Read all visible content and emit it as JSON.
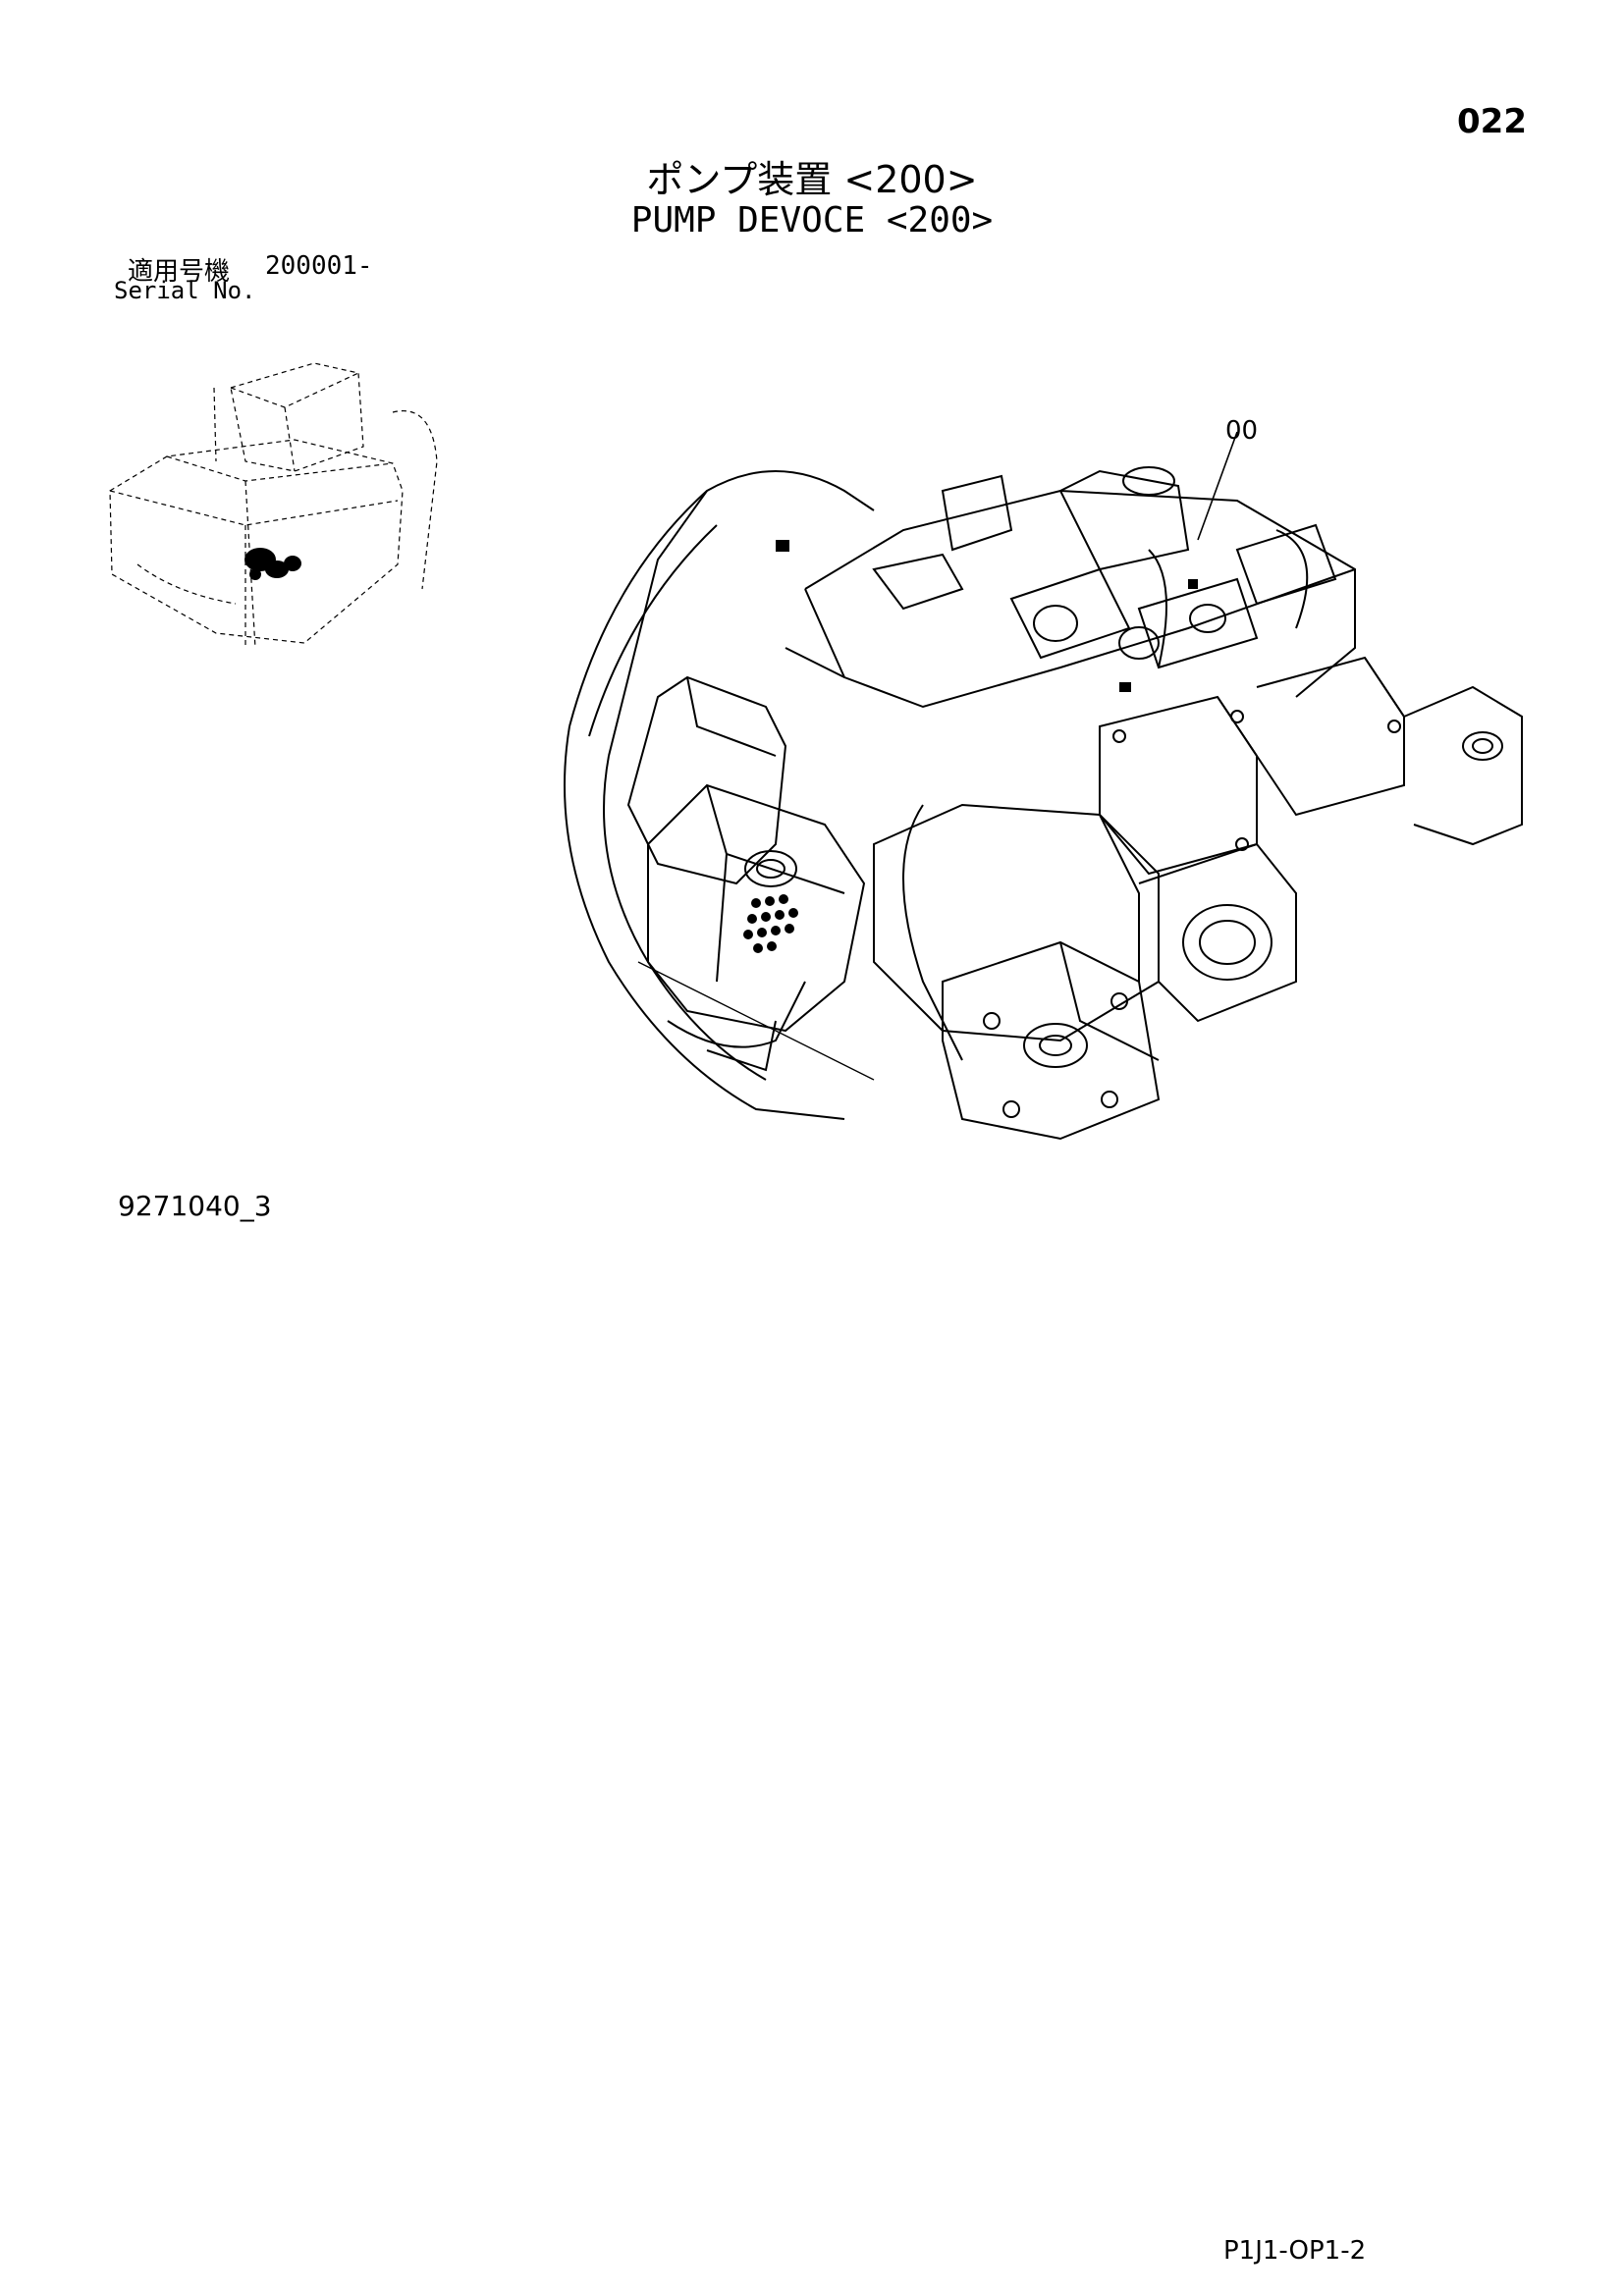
{
  "page": {
    "number": "022",
    "code": "P1J1-OP1-2"
  },
  "title": {
    "ja": "ポンプ装置 <200>",
    "en": "PUMP DEVOCE <200>"
  },
  "serial": {
    "label_ja": "適用号機",
    "number": "200001-",
    "label_en": "Serial No."
  },
  "diagram": {
    "callouts": [
      {
        "label": "00"
      }
    ],
    "figure_id": "9271040_3"
  }
}
